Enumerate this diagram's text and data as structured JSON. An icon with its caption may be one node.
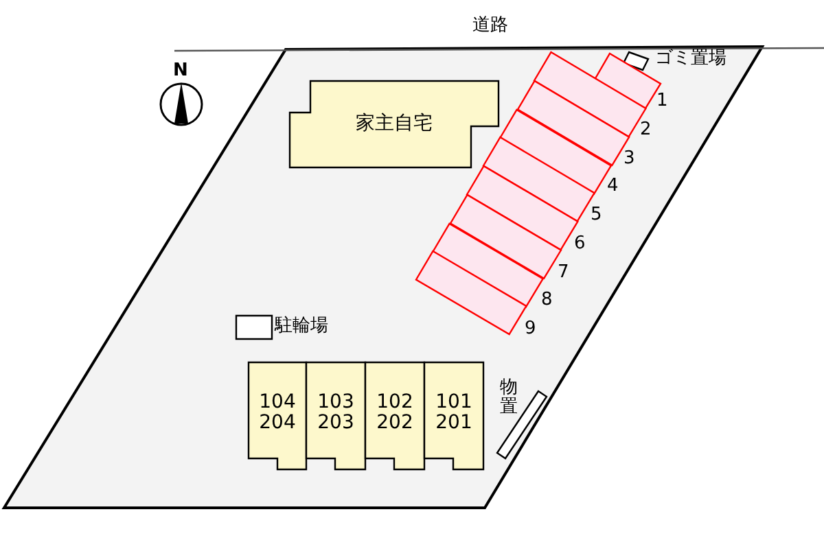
{
  "diagram": {
    "nodes": [
      {
        "text": [
          "家主自宅"
        ]
      },
      {
        "text": [],
        "shape": "box",
        "beside": [
          "ゴミ置場"
        ]
      },
      {
        "text": [],
        "shape": "box",
        "beside": [
          "1"
        ]
      },
      {
        "text": [],
        "shape": "box",
        "beside": [
          "2"
        ]
      },
      {
        "text": [],
        "shape": "box",
        "beside": [
          "3"
        ]
      },
      {
        "text": [],
        "shape": "box",
        "beside": [
          "4"
        ]
      },
      {
        "text": [],
        "shape": "box",
        "beside": [
          "5"
        ]
      },
      {
        "text": [],
        "shape": "box",
        "beside": [
          "6"
        ]
      },
      {
        "text": [],
        "shape": "box",
        "beside": [
          "7"
        ]
      },
      {
        "text": [],
        "shape": "box",
        "beside": [
          "8"
        ]
      },
      {
        "text": [],
        "shape": "box",
        "beside": [
          "9"
        ]
      },
      {
        "text": [],
        "shape": "box",
        "beside": [
          "駐輪場"
        ]
      },
      {
        "text": [
          "104 204"
        ]
      },
      {
        "text": [
          "103 203"
        ]
      },
      {
        "text": [
          "102 202"
        ]
      },
      {
        "text": [
          "101 201"
        ]
      },
      {
        "text": [],
        "shape": "box",
        "beside": [
          "物置"
        ]
      }
    ],
    "edges": [],
    "labels": [
      "道路",
      "N"
    ]
  }
}
